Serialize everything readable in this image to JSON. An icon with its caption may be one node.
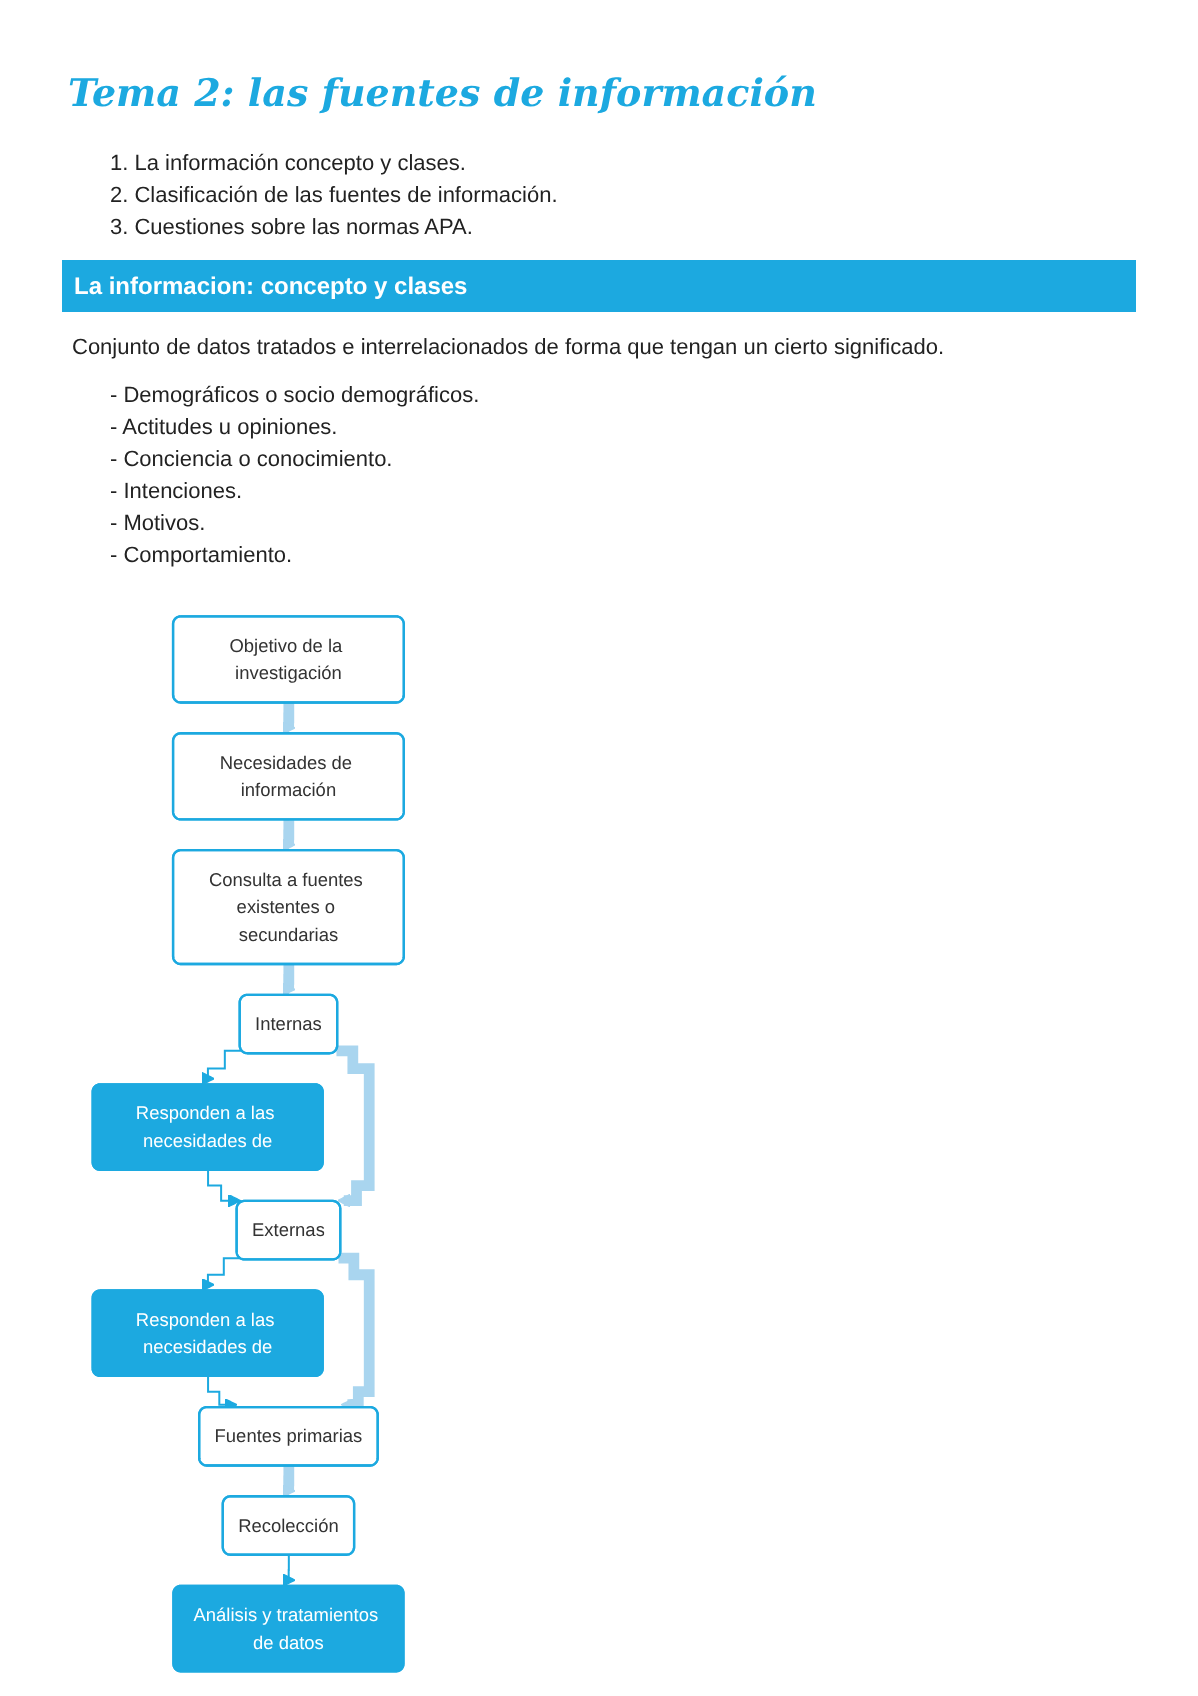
{
  "diagram": {
    "title": "Tema 2: las fuentes de información",
    "nodes": [
      {
        "text": [
          "Objetivo de la investigación"
        ]
      },
      {
        "text": [
          "Necesidades de información"
        ]
      },
      {
        "text": [
          "Consulta a fuentes existentes o secundarias"
        ]
      },
      {
        "text": [
          "Internas"
        ]
      },
      {
        "text": [
          "Responden a las necesidades de"
        ]
      },
      {
        "text": [
          "Externas"
        ]
      },
      {
        "text": [
          "Responden a las necesidades de"
        ]
      },
      {
        "text": [
          "Fuentes primarias"
        ]
      },
      {
        "text": [
          "Recolección"
        ]
      },
      {
        "text": [
          "Análisis y tratamientos de datos"
        ]
      }
    ],
    "edges": [
      {
        "from": 0,
        "to": 1,
        "arrow": "to"
      },
      {
        "from": 1,
        "to": 2,
        "arrow": "to"
      },
      {
        "from": 2,
        "to": 3,
        "arrow": "to"
      },
      {
        "from": 3,
        "to": 4,
        "arrow": "to",
        "color": "#1ca9e0"
      },
      {
        "from": 4,
        "to": 5,
        "arrow": "to",
        "color": "#1ca9e0"
      },
      {
        "from": 3,
        "to": 5,
        "arrow": "to"
      },
      {
        "from": 5,
        "to": 6,
        "arrow": "to",
        "color": "#1ca9e0"
      },
      {
        "from": 6,
        "to": 7,
        "arrow": "to",
        "color": "#1ca9e0"
      },
      {
        "from": 5,
        "to": 7,
        "arrow": "to"
      },
      {
        "from": 7,
        "to": 8,
        "arrow": "to"
      },
      {
        "from": 8,
        "to": 9,
        "arrow": "to",
        "color": "#1ca9e0"
      }
    ],
    "labels": [
      "1. La información concepto y clases.",
      "2. Clasificación de las fuentes de información.",
      "3. Cuestiones sobre las normas APA.",
      "La informacion: concepto y clases",
      "Conjunto de datos tratados e interrelacionados de forma que tengan un cierto significado.",
      "- Demográficos o socio demográficos.",
      "- Actitudes u opiniones.",
      "- Conciencia o conocimiento.",
      "- Intenciones.",
      "- Motivos.",
      "- Comportamiento."
    ]
  }
}
